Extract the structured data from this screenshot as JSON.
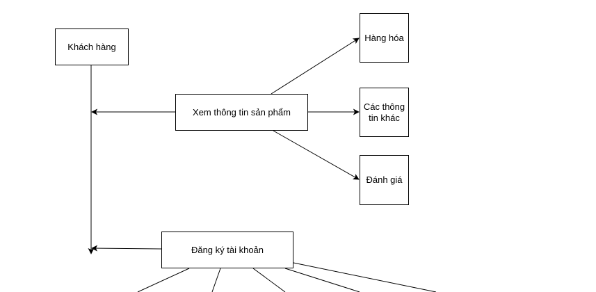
{
  "nodes": {
    "customer": "Khách hàng",
    "view_product_info": "Xem thông tin sản phẩm",
    "goods": "Hàng hóa",
    "other_info": "Các thông tin khác",
    "review": "Đánh giá",
    "register_account": "Đăng ký tài khoản"
  },
  "colors": {
    "stroke": "#000000",
    "background": "#ffffff"
  }
}
